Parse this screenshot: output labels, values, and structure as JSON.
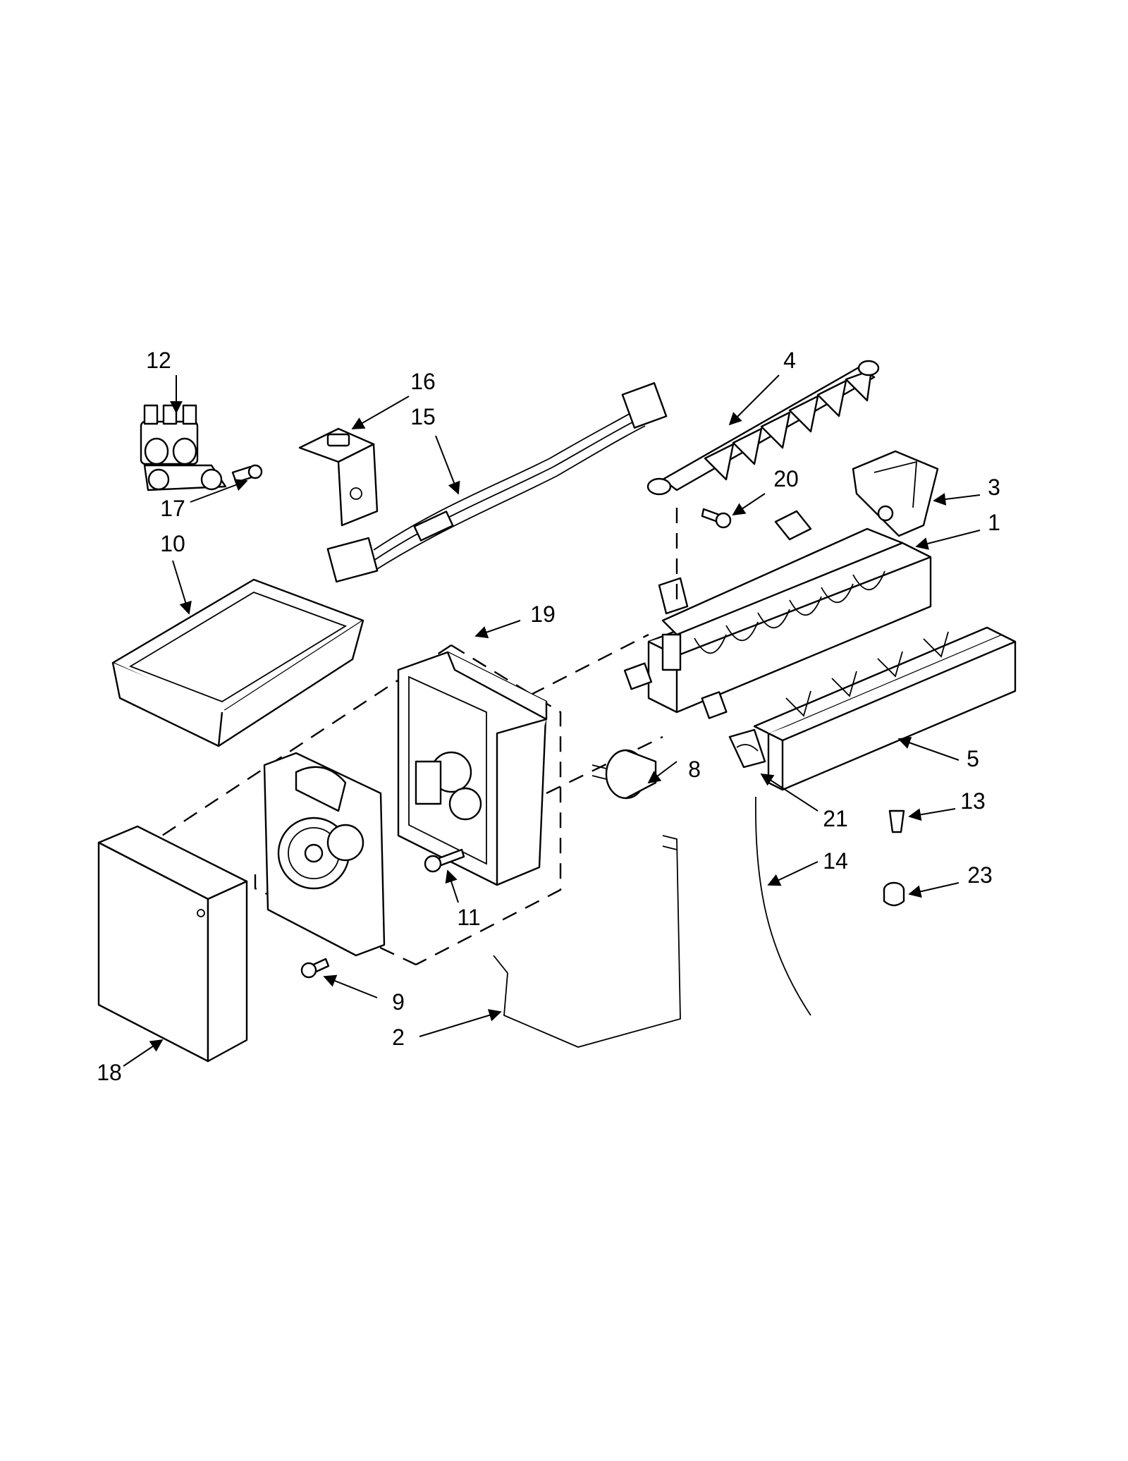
{
  "callouts": {
    "p1": "1",
    "p2": "2",
    "p3": "3",
    "p4": "4",
    "p5": "5",
    "p8": "8",
    "p9": "9",
    "p10": "10",
    "p11": "11",
    "p12": "12",
    "p13": "13",
    "p14": "14",
    "p15": "15",
    "p16": "16",
    "p17": "17",
    "p18": "18",
    "p19": "19",
    "p20": "20",
    "p21": "21",
    "p23": "23"
  },
  "colors": {
    "line": "#000000",
    "background": "#ffffff",
    "shade": "#d9d9d9"
  }
}
